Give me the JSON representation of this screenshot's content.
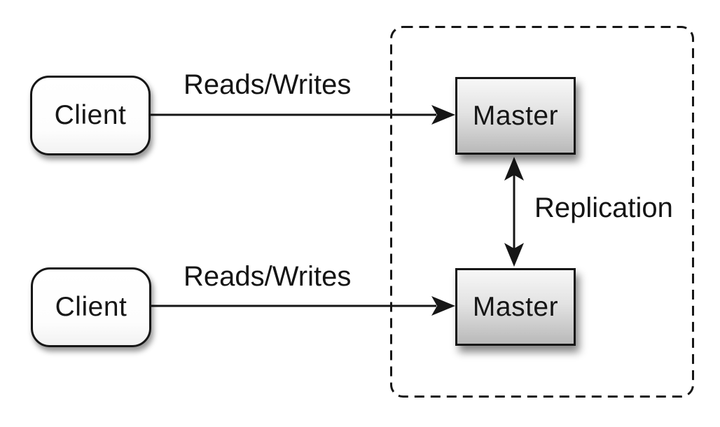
{
  "diagram": {
    "type": "architecture-diagram",
    "description_visible": false,
    "colors": {
      "background": "#ffffff",
      "stroke": "#161616",
      "text": "#141414",
      "client_fill": "#ffffff",
      "master_fill_top": "#f7f7f7",
      "master_fill_bottom": "#b9b9b9"
    },
    "clients": [
      {
        "label": "Client"
      },
      {
        "label": "Client"
      }
    ],
    "cluster": {
      "border_style": "dashed",
      "masters": [
        {
          "label": "Master"
        },
        {
          "label": "Master"
        }
      ]
    },
    "edges": [
      {
        "label": "Reads/Writes",
        "from": "client-1",
        "to": "master-1",
        "arrow": "single"
      },
      {
        "label": "Reads/Writes",
        "from": "client-2",
        "to": "master-2",
        "arrow": "single"
      },
      {
        "label": "Replication",
        "from": "master-1",
        "to": "master-2",
        "arrow": "double"
      }
    ]
  }
}
